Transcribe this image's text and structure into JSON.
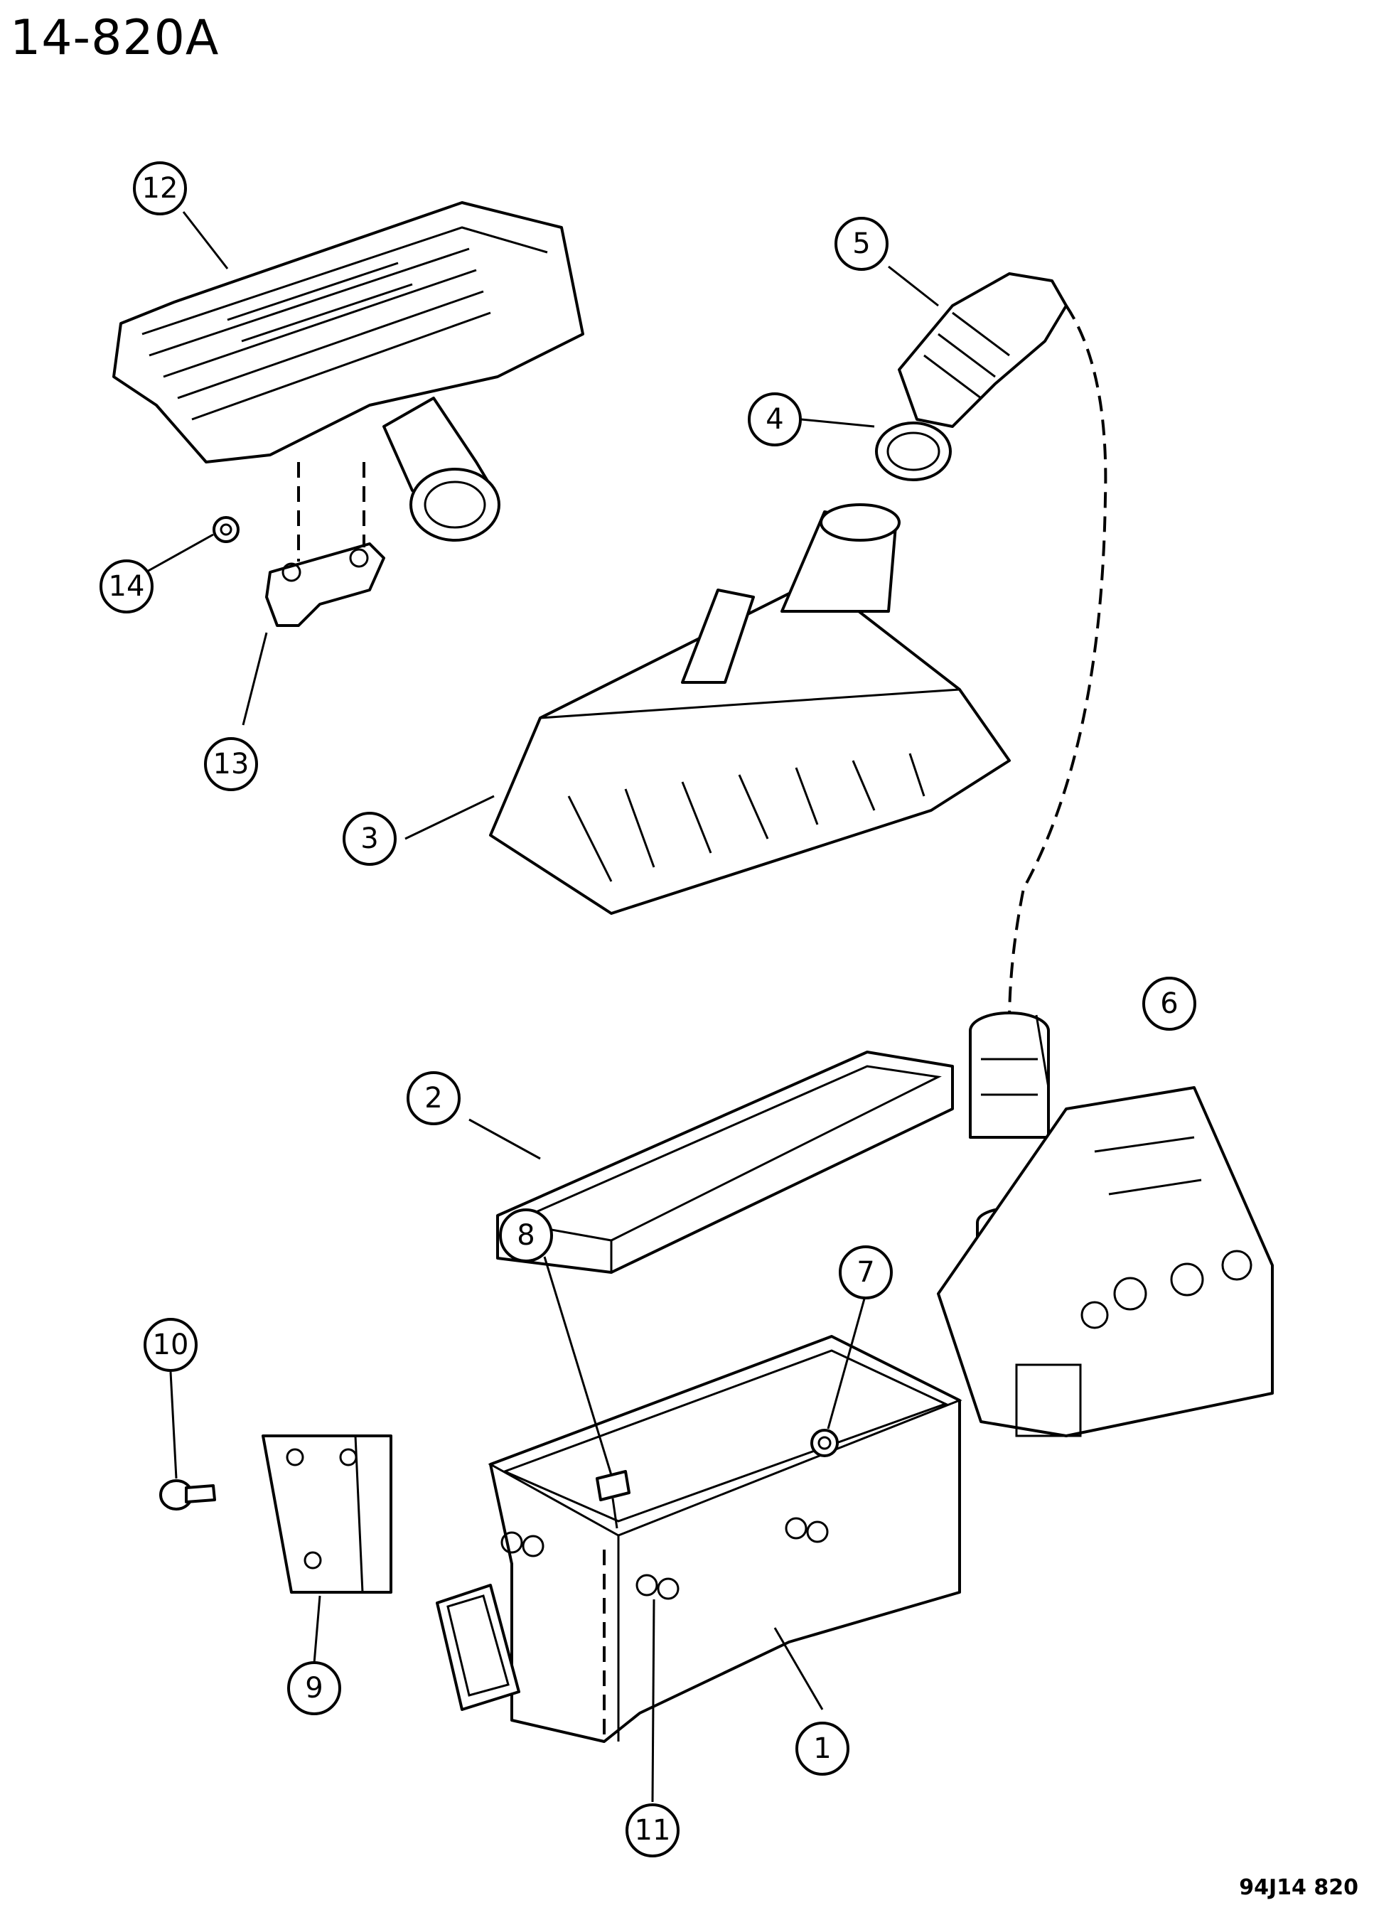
{
  "diagram": {
    "title": "14-820A",
    "figure_code": "94J14 820",
    "callouts": [
      "1",
      "2",
      "3",
      "4",
      "5",
      "6",
      "7",
      "8",
      "9",
      "10",
      "11",
      "12",
      "13",
      "14"
    ]
  }
}
